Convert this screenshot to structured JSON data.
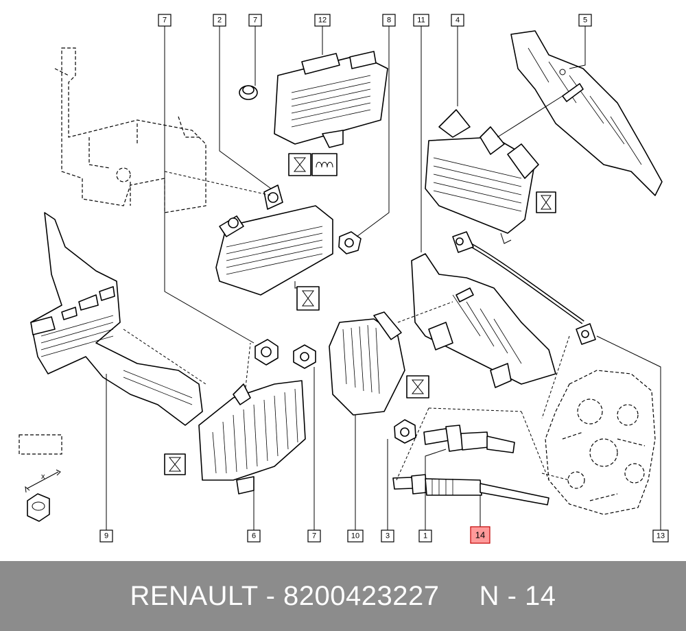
{
  "footer": {
    "brand": "RENAULT",
    "part_number": "8200423227",
    "ref": "N - 14",
    "text": "RENAULT - 8200423227     N - 14"
  },
  "colors": {
    "footer_bg": "#8c8c8c",
    "highlight_fill": "#ff9a9a",
    "highlight_stroke": "#c00000"
  },
  "callouts": {
    "c7a": "7",
    "c2": "2",
    "c7b": "7",
    "c12": "12",
    "c8": "8",
    "c11": "11",
    "c4": "4",
    "c5": "5",
    "c9": "9",
    "c6": "6",
    "c7c": "7",
    "c10": "10",
    "c3": "3",
    "c1": "1",
    "c14": "14",
    "c13": "13"
  },
  "small_label": "x",
  "highlighted_callout": "14"
}
